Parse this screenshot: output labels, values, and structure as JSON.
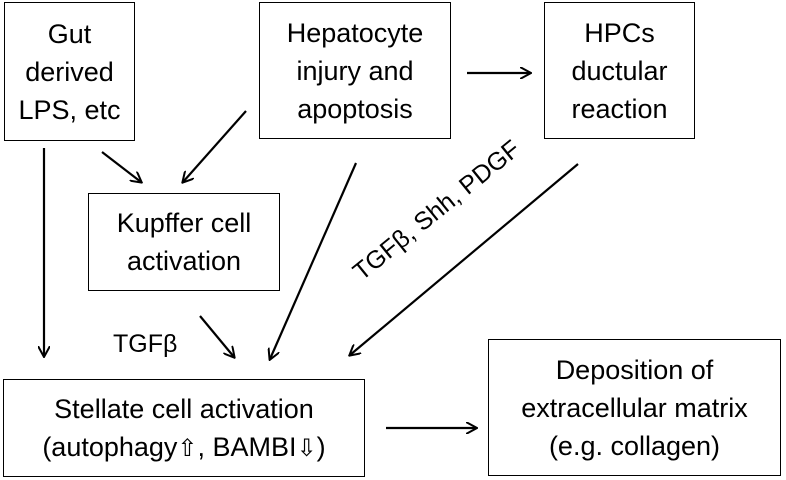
{
  "nodes": {
    "gut": {
      "lines": [
        "Gut",
        "derived",
        "LPS, etc"
      ]
    },
    "hepatocyte": {
      "lines": [
        "Hepatocyte",
        "injury and",
        "apoptosis"
      ]
    },
    "hpcs": {
      "lines": [
        "HPCs",
        "ductular",
        "reaction"
      ]
    },
    "kupffer": {
      "lines": [
        "Kupffer cell",
        "activation"
      ]
    },
    "stellate": {
      "line1": "Stellate cell activation",
      "line2_prefix": "(autophagy",
      "up_arrow": "⇧",
      "line2_middle": ", BAMBI",
      "down_arrow": "⇩",
      "line2_suffix": ")"
    },
    "deposition": {
      "lines": [
        "Deposition of",
        "extracellular matrix",
        "(e.g. collagen)"
      ]
    }
  },
  "edge_labels": {
    "kupffer_to_stellate": "TGFβ",
    "hpcs_to_stellate": "TGFβ, Shh, PDGF"
  }
}
